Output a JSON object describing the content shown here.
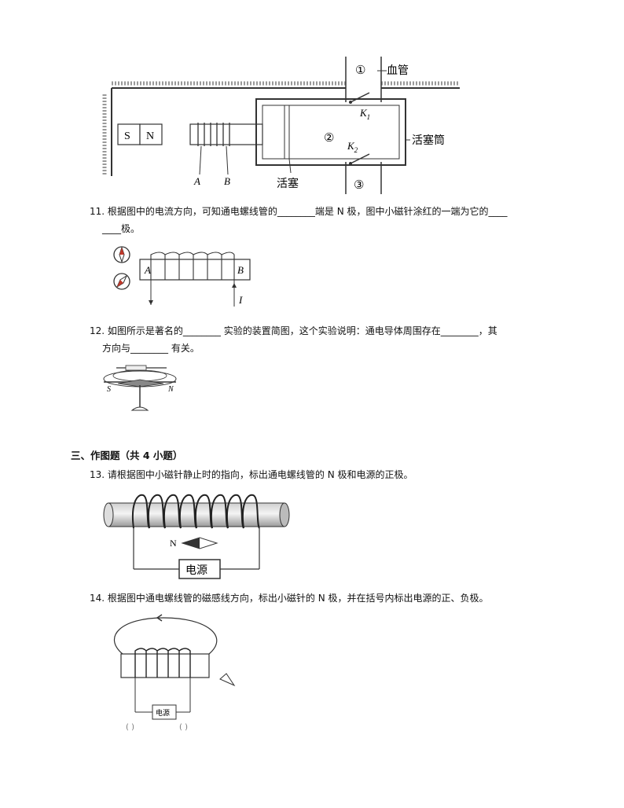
{
  "fig_pump": {
    "labels": {
      "s": "S",
      "n": "N",
      "a": "A",
      "b": "B",
      "c1": "①",
      "c2": "②",
      "c3": "③",
      "k1": "K",
      "k1_sub": "1",
      "k2": "K",
      "k2_sub": "2",
      "vessel": "血管",
      "cylinder": "活塞筒",
      "piston": "活塞"
    }
  },
  "q11": {
    "line1": "11. 根据图中的电流方向，可知通电螺线管的________端是 N 极，图中小磁针涂红的一端为它的____",
    "line2": "____极。",
    "fig": {
      "a": "A",
      "b": "B",
      "i": "I"
    }
  },
  "q12": {
    "line1": "12. 如图所示是著名的________ 实验的装置简图，这个实验说明：通电导体周围存在________，其",
    "line2": "方向与________ 有关。",
    "fig": {
      "s": "S",
      "n": "N"
    }
  },
  "section3": {
    "title": "三、作图题（共 4 小题）"
  },
  "q13": {
    "text": "13. 请根据图中小磁针静止时的指向，标出通电螺线管的 N 极和电源的正极。",
    "fig": {
      "n": "N",
      "power": "电源"
    }
  },
  "q14": {
    "text": "14. 根据图中通电螺线管的磁感线方向，标出小磁针的 N 极，并在括号内标出电源的正、负极。",
    "fig": {
      "power": "电源",
      "paren_left": "(    )",
      "paren_right": "(    )"
    }
  }
}
